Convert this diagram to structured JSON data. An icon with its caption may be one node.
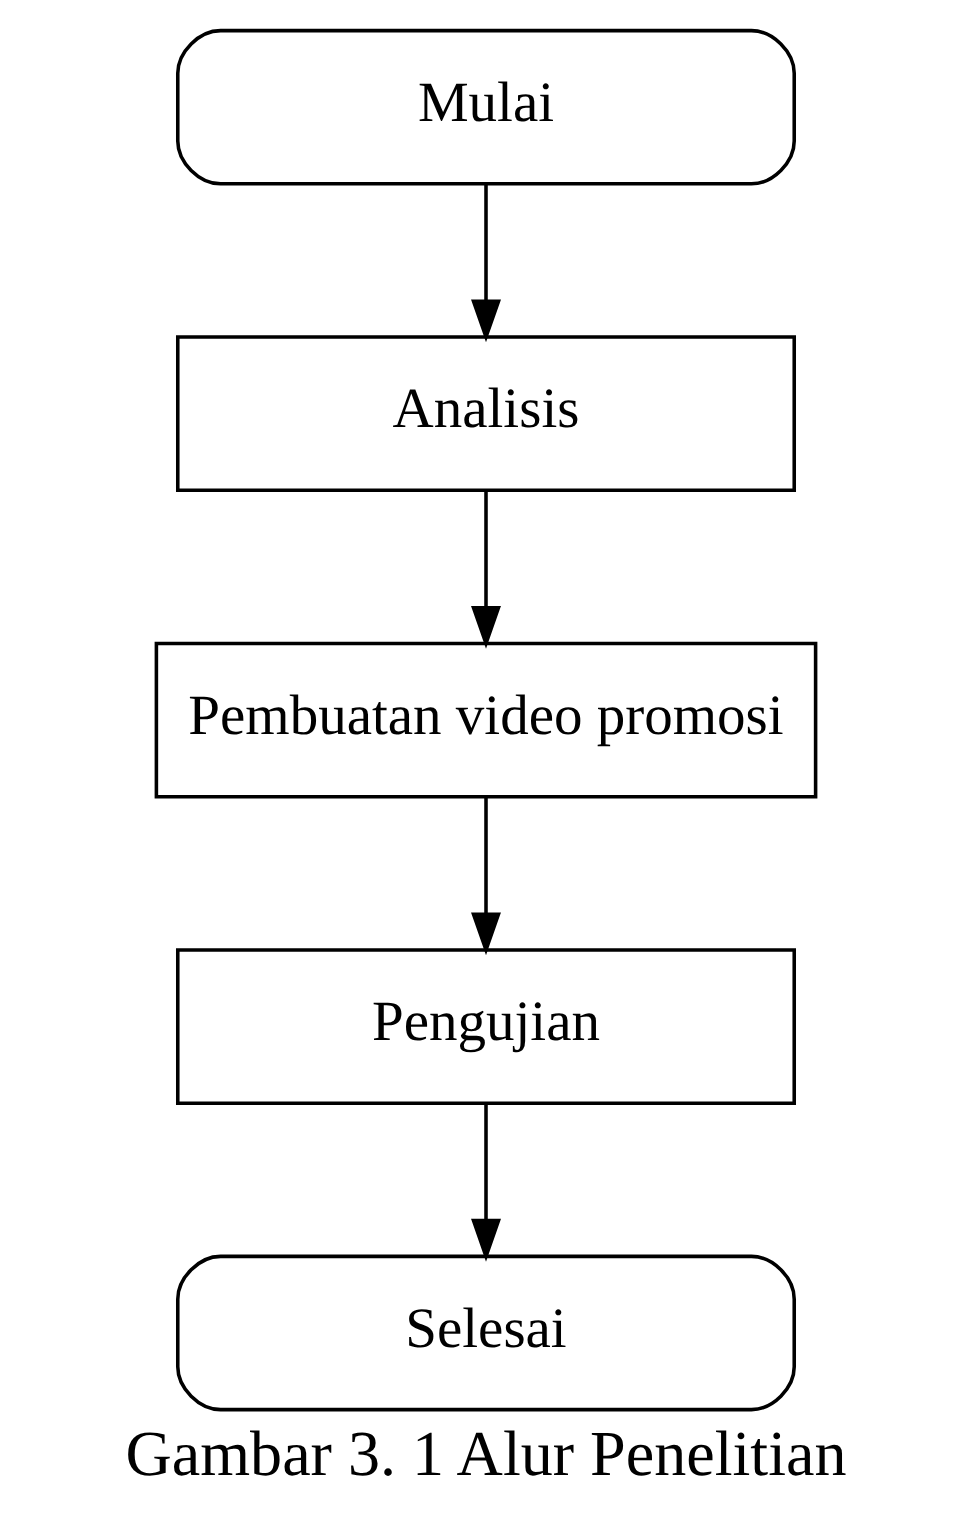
{
  "diagram": {
    "caption": "Gambar 3. 1 Alur Penelitian",
    "nodes": [
      {
        "text": [
          "Mulai"
        ]
      },
      {
        "text": [
          "Analisis"
        ]
      },
      {
        "text": [
          "Pembuatan video promosi"
        ]
      },
      {
        "text": [
          "Pengujian"
        ]
      },
      {
        "text": [
          "Selesai"
        ]
      }
    ],
    "edges": [
      {
        "from": 0,
        "to": 1,
        "arrow": "to"
      },
      {
        "from": 1,
        "to": 2,
        "arrow": "to"
      },
      {
        "from": 2,
        "to": 3,
        "arrow": "to"
      },
      {
        "from": 3,
        "to": 4,
        "arrow": "to"
      }
    ]
  }
}
